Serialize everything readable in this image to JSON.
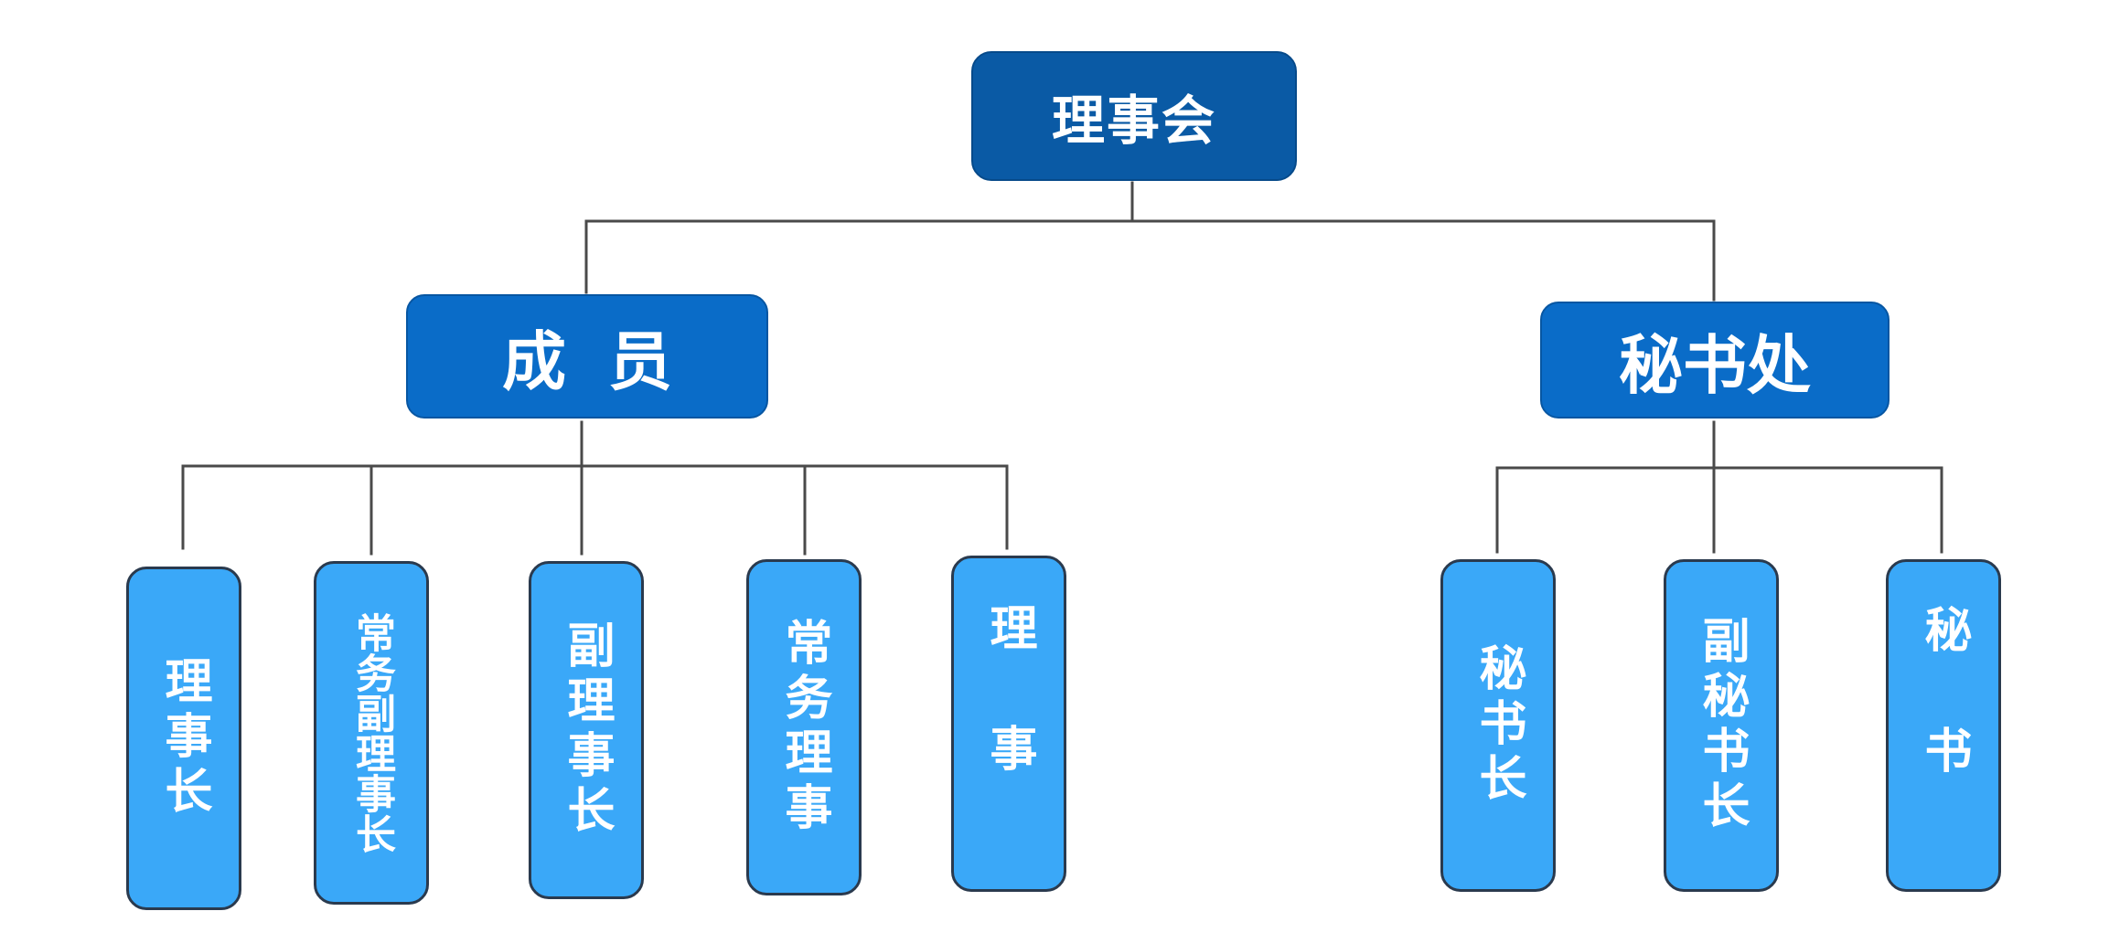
{
  "diagram": {
    "root": {
      "label": "理事会"
    },
    "branches": [
      {
        "label": "成员",
        "children": [
          {
            "label": "理事长"
          },
          {
            "label": "常务副理事长"
          },
          {
            "label": "副理事长"
          },
          {
            "label": "常务理事"
          },
          {
            "label": "理事"
          }
        ]
      },
      {
        "label": "秘书处",
        "children": [
          {
            "label": "秘书长"
          },
          {
            "label": "副秘书长"
          },
          {
            "label": "秘书"
          }
        ]
      }
    ],
    "colors": {
      "root_fill": "#0a5aa5",
      "branch_fill": "#0a6cc8",
      "leaf_fill": "#3aa8f8",
      "leaf_border": "#2a3a4e",
      "connector": "#4a4a4a",
      "text": "#ffffff"
    }
  }
}
